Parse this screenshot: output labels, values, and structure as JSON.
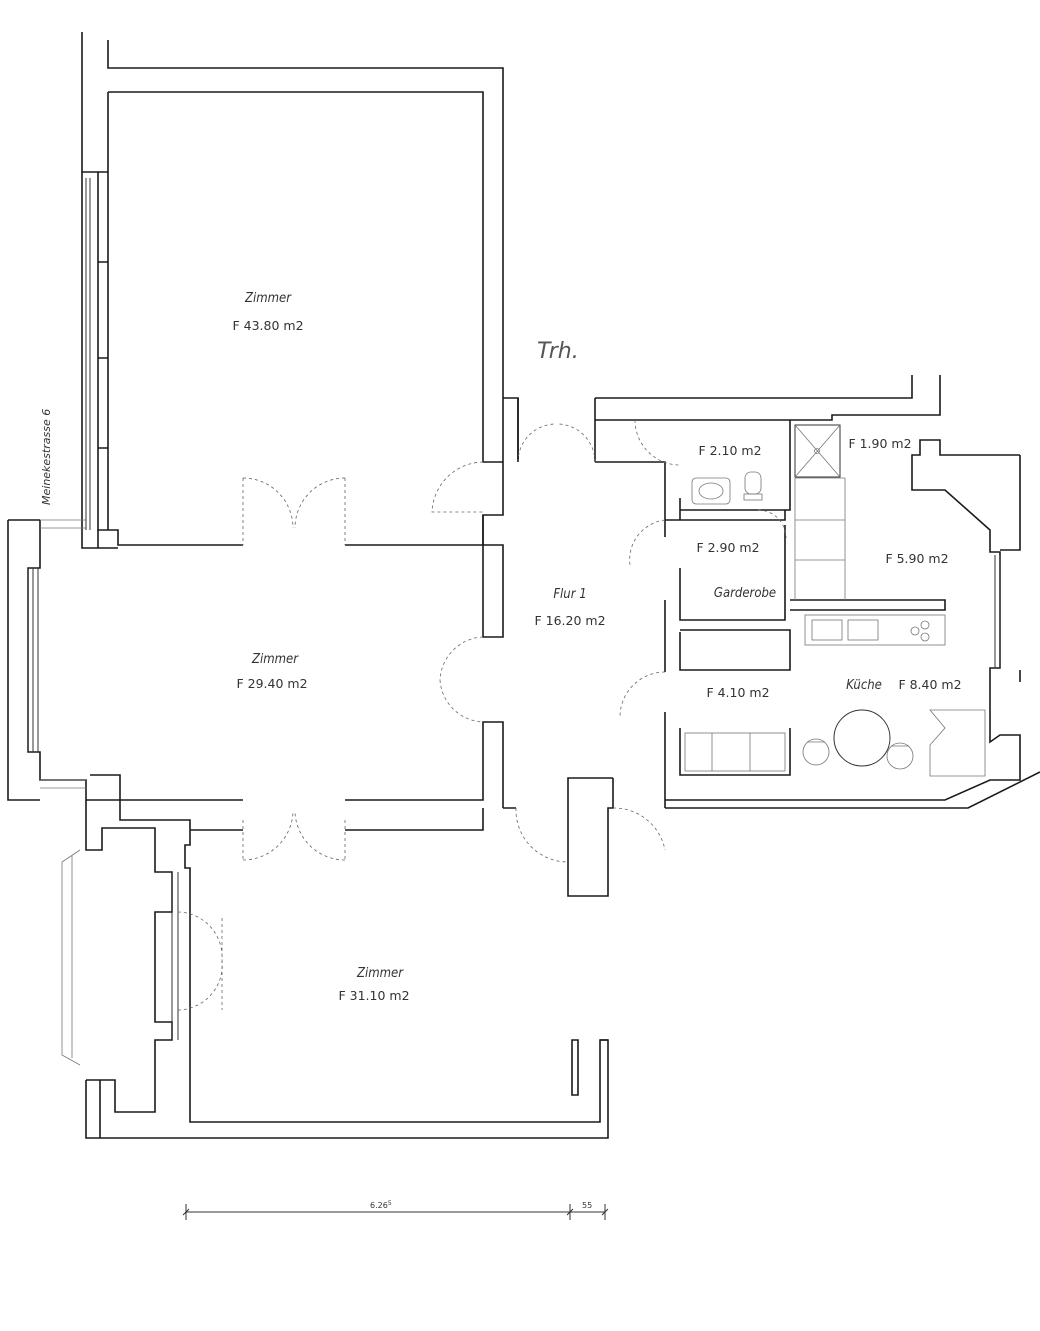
{
  "rooms": [
    {
      "id": "zimmer-top",
      "name": "Zimmer",
      "area": "F 43.80 m2"
    },
    {
      "id": "zimmer-mid",
      "name": "Zimmer",
      "area": "F 29.40 m2"
    },
    {
      "id": "zimmer-bottom",
      "name": "Zimmer",
      "area": "F 31.10 m2"
    },
    {
      "id": "flur",
      "name": "Flur 1",
      "area": "F 16.20 m2"
    },
    {
      "id": "wc",
      "name": "",
      "area": "F 2.10 m2"
    },
    {
      "id": "bad",
      "name": "",
      "area": "F 1.90 m2"
    },
    {
      "id": "garderobe",
      "name": "Garderobe",
      "area": "F 2.90 m2"
    },
    {
      "id": "room-590",
      "name": "",
      "area": "F 5.90 m2"
    },
    {
      "id": "room-410",
      "name": "",
      "area": "F 4.10 m2"
    },
    {
      "id": "kueche",
      "name": "Küche",
      "area": "F 8.40 m2"
    }
  ],
  "labels": {
    "stairwell": "Trh.",
    "street": "Meinekestrasse 6"
  },
  "dimensions": {
    "main": "6.26",
    "main_superscript": "5",
    "secondary": "55"
  }
}
